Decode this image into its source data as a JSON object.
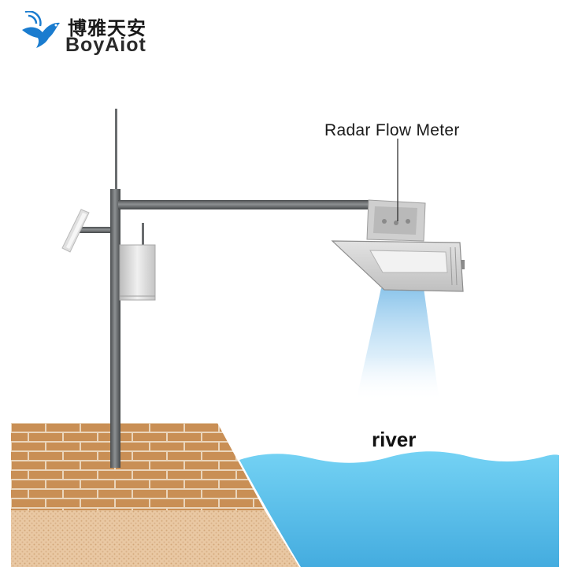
{
  "brand": {
    "name_cn": "博雅天安",
    "name_en": "BoyAiot",
    "logo_icon": "dove-with-signal-icon",
    "colors": {
      "logo_blue": "#1a7ccf",
      "text": "#1a1a1a"
    }
  },
  "labels": {
    "sensor": "Radar Flow Meter",
    "water": "river"
  },
  "colors": {
    "water_top": "#6fd0f3",
    "water_bottom": "#3fa9dd",
    "brick": "#c98f55",
    "mortar": "#ead5bb",
    "pole": "#5f6264",
    "radar_beam": "#8cc7ec"
  }
}
